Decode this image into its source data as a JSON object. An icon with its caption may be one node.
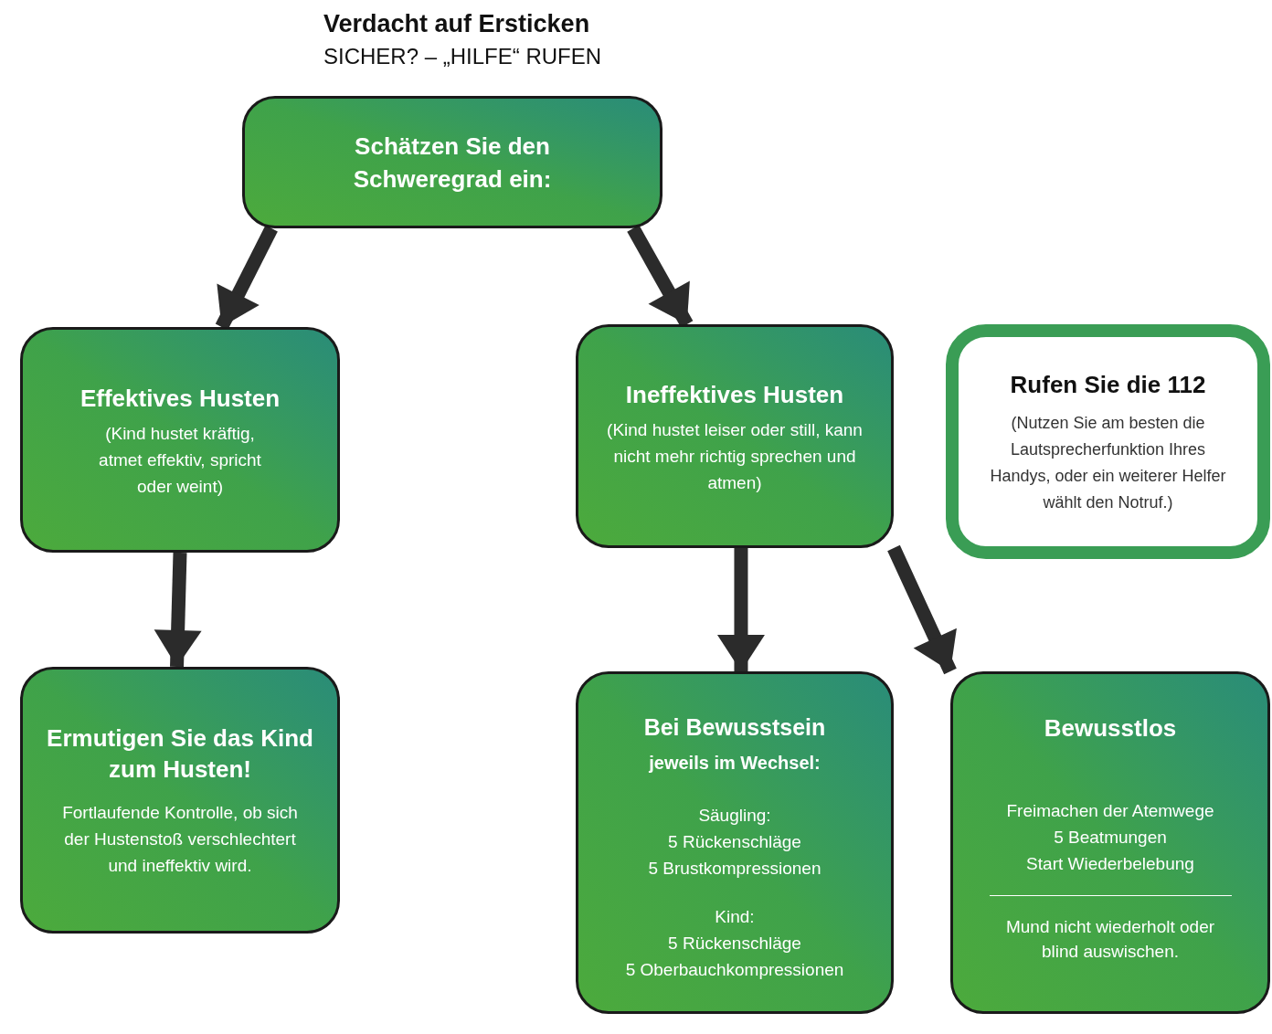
{
  "diagram": {
    "title": "Verdacht auf Ersticken",
    "labels": [
      "SICHER? – „HILFE“ RUFEN"
    ],
    "nodes": [
      {
        "text": [
          "Schätzen Sie den Schweregrad ein:"
        ]
      },
      {
        "text": [
          "Effektives Husten",
          "(Kind hustet kräftig, atmet effektiv, spricht oder weint)"
        ]
      },
      {
        "text": [
          "Ineffektives Husten",
          "(Kind hustet leiser oder still, kann nicht mehr richtig sprechen und atmen)"
        ]
      },
      {
        "text": [
          "Rufen Sie die 112",
          "(Nutzen Sie am besten die Lautsprecherfunktion Ihres Handys, oder ein weiterer Helfer wählt den Notruf.)"
        ]
      },
      {
        "text": [
          "Ermutigen Sie das Kind zum Husten!",
          "Fortlaufende Kontrolle, ob sich der Hustenstoß verschlechtert und ineffektiv wird."
        ]
      },
      {
        "text": [
          "Bei Bewusstsein",
          "jeweils im Wechsel:",
          "Säugling:",
          "5 Rückenschläge",
          "5 Brustkompressionen",
          "Kind:",
          "5 Rückenschläge",
          "5 Oberbauchkompressionen"
        ]
      },
      {
        "text": [
          "Bewusstlos",
          "Freimachen der Atemwege",
          "5 Beatmungen",
          "Start Wiederbelebung",
          "Mund nicht wiederholt oder blind auswischen."
        ]
      }
    ],
    "edges": [
      {
        "from": 0,
        "to": 1,
        "arrow": "to"
      },
      {
        "from": 0,
        "to": 2,
        "arrow": "to"
      },
      {
        "from": 1,
        "to": 4,
        "arrow": "to"
      },
      {
        "from": 2,
        "to": 5,
        "arrow": "to"
      },
      {
        "from": 2,
        "to": 6,
        "arrow": "to"
      }
    ]
  }
}
